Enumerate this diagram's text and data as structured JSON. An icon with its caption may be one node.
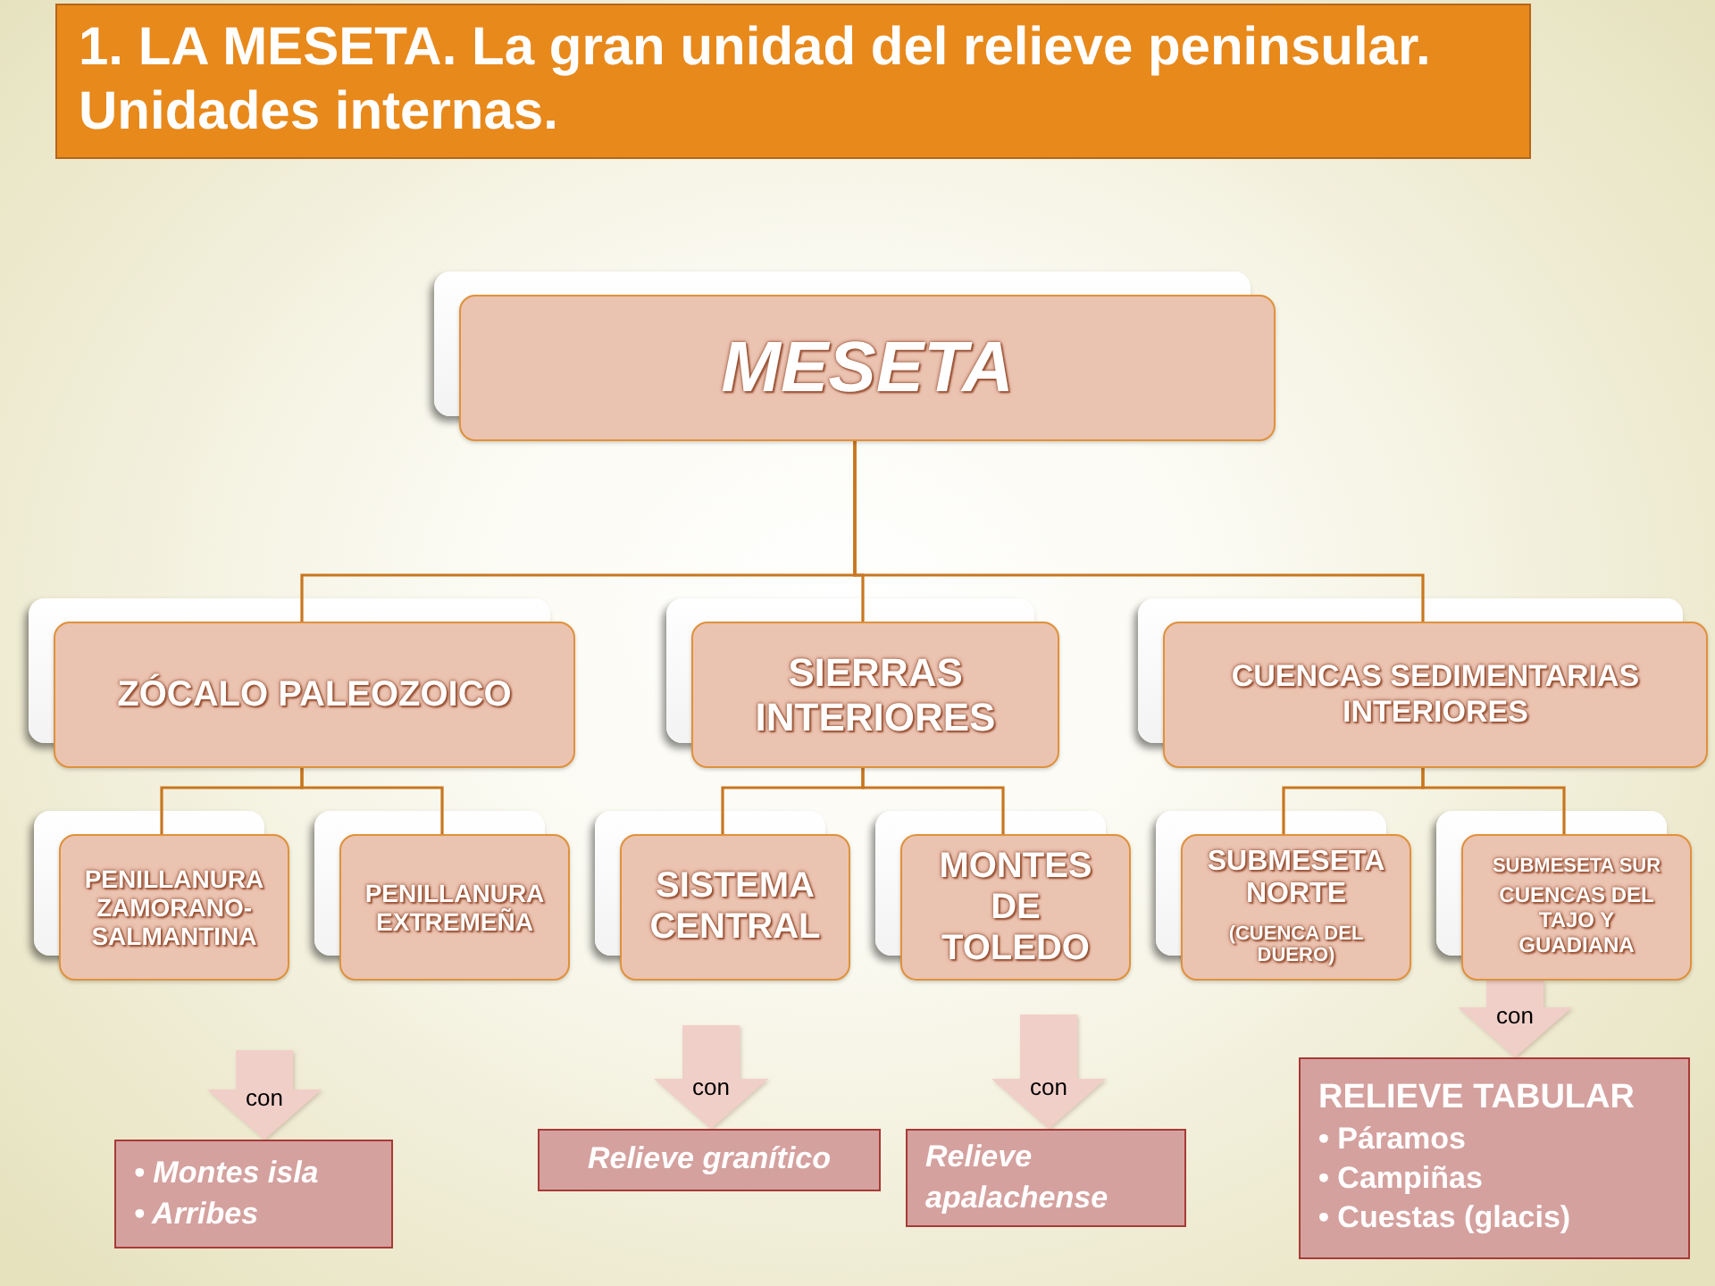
{
  "diagram": {
    "title": "1. LA MESETA. La gran unidad del relieve peninsular. Unidades internas.",
    "nodes": [
      {
        "text": [
          "MESETA"
        ]
      },
      {
        "text": [
          "ZÓCALO PALEOZOICO"
        ]
      },
      {
        "text": [
          "SIERRAS INTERIORES"
        ]
      },
      {
        "text": [
          "CUENCAS SEDIMENTARIAS INTERIORES"
        ]
      },
      {
        "text": [
          "PENILLANURA ZAMORANO-SALMANTINA"
        ]
      },
      {
        "text": [
          "PENILLANURA EXTREMEÑA"
        ]
      },
      {
        "text": [
          "SISTEMA CENTRAL"
        ]
      },
      {
        "text": [
          "MONTES DE TOLEDO"
        ]
      },
      {
        "text": [
          "SUBMESETA NORTE",
          "(CUENCA DEL DUERO)"
        ]
      },
      {
        "text": [
          "SUBMESETA SUR",
          "CUENCAS DEL TAJO Y GUADIANA"
        ]
      },
      {
        "text": [
          "• Montes isla",
          "• Arribes"
        ]
      },
      {
        "text": [
          "Relieve granítico"
        ]
      },
      {
        "text": [
          "Relieve apalachense"
        ]
      },
      {
        "text": [
          "RELIEVE TABULAR",
          "• Páramos",
          "• Campiñas",
          "• Cuestas (glacis)"
        ]
      }
    ],
    "edges": [
      {
        "from": 0,
        "to": 1,
        "arrow": "none"
      },
      {
        "from": 0,
        "to": 2,
        "arrow": "none"
      },
      {
        "from": 0,
        "to": 3,
        "arrow": "none"
      },
      {
        "from": 1,
        "to": 4,
        "arrow": "none"
      },
      {
        "from": 1,
        "to": 5,
        "arrow": "none"
      },
      {
        "from": 2,
        "to": 6,
        "arrow": "none"
      },
      {
        "from": 2,
        "to": 7,
        "arrow": "none"
      },
      {
        "from": 3,
        "to": 8,
        "arrow": "none"
      },
      {
        "from": 3,
        "to": 9,
        "arrow": "none"
      },
      {
        "from": null,
        "to": 10,
        "arrow": "to",
        "label": "con",
        "style": "thick",
        "color": "#f1cfc9"
      },
      {
        "from": null,
        "to": 11,
        "arrow": "to",
        "label": "con",
        "style": "thick",
        "color": "#f1cfc9"
      },
      {
        "from": null,
        "to": 12,
        "arrow": "to",
        "label": "con",
        "style": "thick",
        "color": "#f1cfc9"
      },
      {
        "from": 9,
        "to": 13,
        "arrow": "to",
        "label": "con",
        "style": "thick",
        "color": "#f1cfc9"
      }
    ]
  }
}
